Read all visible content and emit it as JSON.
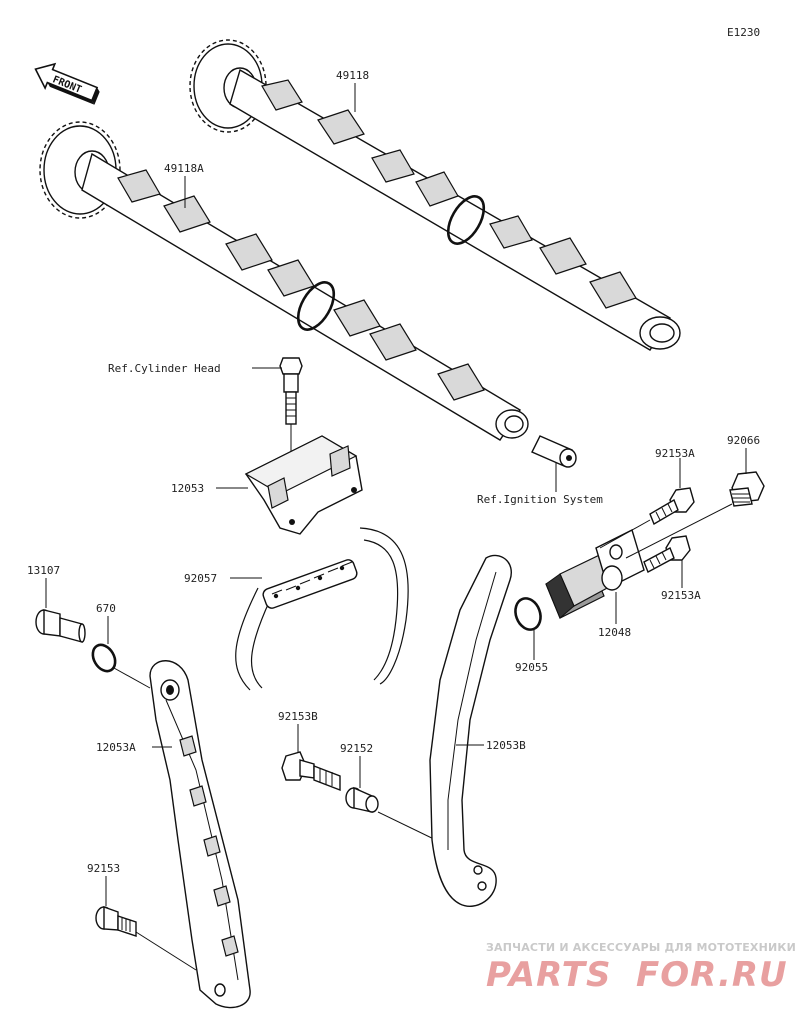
{
  "diagram_code": "E1230",
  "front_label": "FRONT",
  "parts": {
    "camshaft_exhaust": "49118",
    "camshaft_intake": "49118A",
    "ref_cylinder_head": "Ref.Cylinder Head",
    "cam_holder": "12053",
    "ref_ignition": "Ref.Ignition System",
    "timing_chain": "92057",
    "bolt_13107": "13107",
    "oring_670": "670",
    "guide_12053a": "12053A",
    "bolt_92153b": "92153B",
    "collar_92152": "92152",
    "guide_12053b": "12053B",
    "bolt_92153": "92153",
    "bolt_92153a_top": "92153A",
    "plug_92066": "92066",
    "bolt_92153a_bottom": "92153A",
    "tensioner_12048": "12048",
    "oring_92055": "92055"
  },
  "watermark": {
    "tagline": "ЗАПЧАСТИ И АКСЕССУАРЫ ДЛЯ МОТОТЕХНИКИ",
    "brand_left": "PARTS",
    "brand_right": "FOR.RU",
    "color_red": "#e8a0a0",
    "color_grey": "#c8c8c8"
  }
}
